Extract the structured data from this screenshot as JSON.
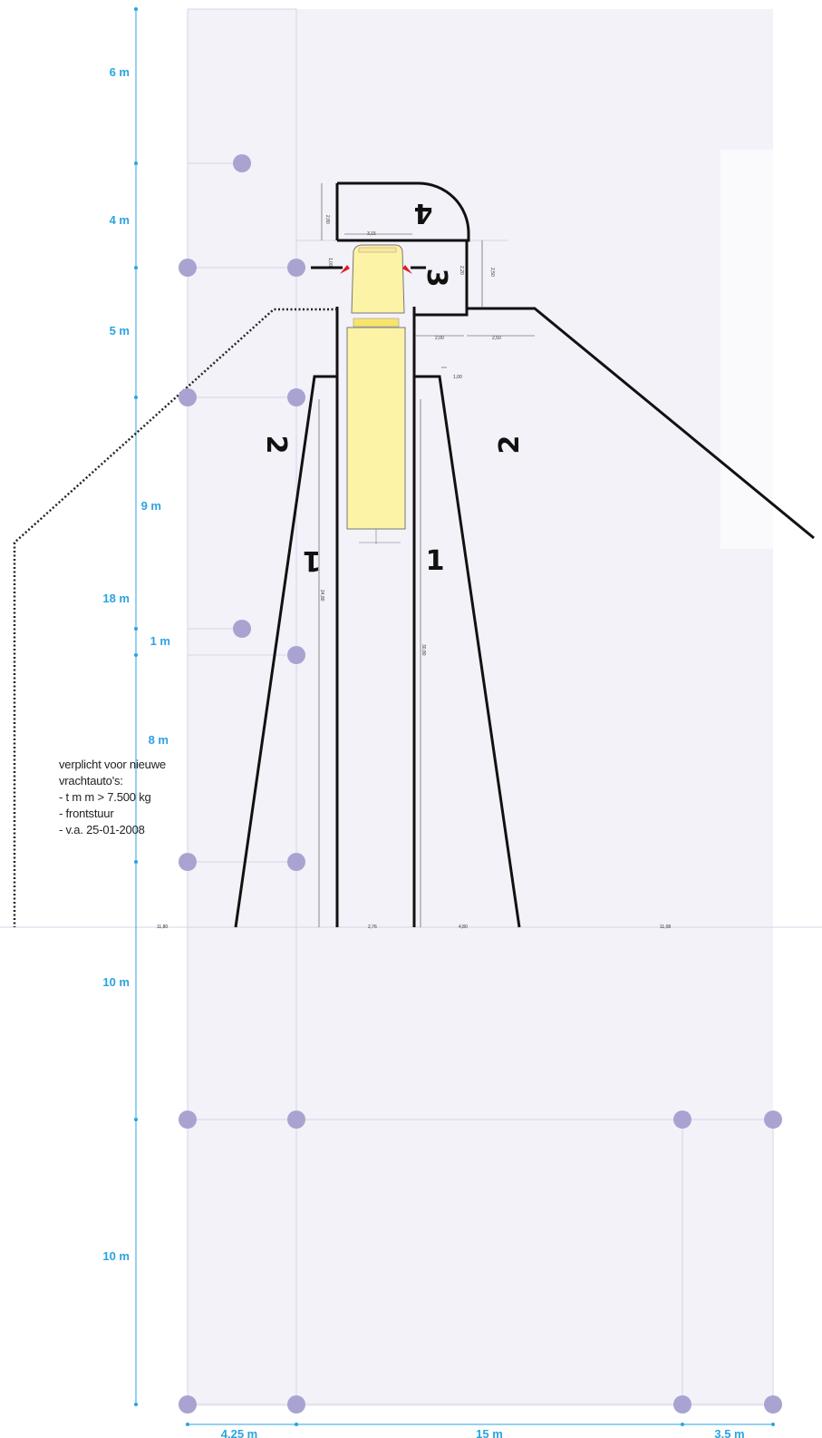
{
  "vertical_dimensions": [
    "6 m",
    "4 m",
    "5 m",
    "9 m",
    "18 m",
    "1 m",
    "8 m",
    "10 m",
    "10 m"
  ],
  "horizontal_dimensions": [
    "4,25 m",
    "15 m",
    "3,5 m"
  ],
  "zone_labels": [
    "1",
    "1",
    "2",
    "2",
    "3",
    "4"
  ],
  "measurements": [
    "2,80",
    "3,15",
    "1,00",
    "2,20",
    "2,50",
    "2,00",
    "2,50",
    "1,00",
    "24,80",
    "30,80",
    "11,80",
    "2,76",
    "4,80",
    "11,08"
  ],
  "note": {
    "title": "verplicht voor nieuwe",
    "subtitle": "vrachtauto's:",
    "items": [
      "- t m m > 7.500 kg",
      "- frontstuur",
      "- v.a. 25-01-2008"
    ]
  },
  "colors": {
    "dimension_blue": "#2aa3e0",
    "ground_lavender": "#f3f2f9",
    "marker_purple": "#a9a3d1",
    "vehicle_yellow": "#fdf3a6",
    "mirror_red": "#e01b24"
  }
}
